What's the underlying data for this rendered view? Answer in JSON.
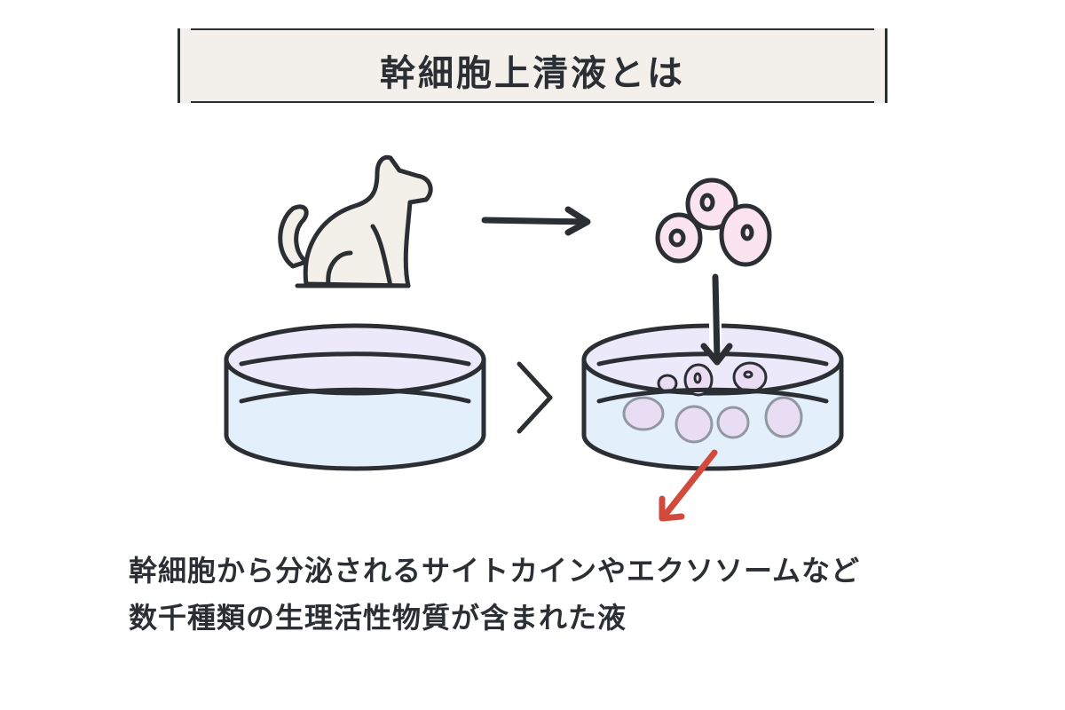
{
  "title": "幹細胞上清液とは",
  "description": {
    "line1": "幹細胞から分泌されるサイトカインやエクソソームなど",
    "line2": "数千種類の生理活性物質が含まれた液"
  },
  "colors": {
    "stroke": "#2b2f33",
    "title_bg": "#f3f0eb",
    "dish_fill": "#e4effc",
    "cell_fill": "#fbe3f0",
    "red_arrow": "#d24a3c",
    "dog_fill": "#f3efe9"
  }
}
